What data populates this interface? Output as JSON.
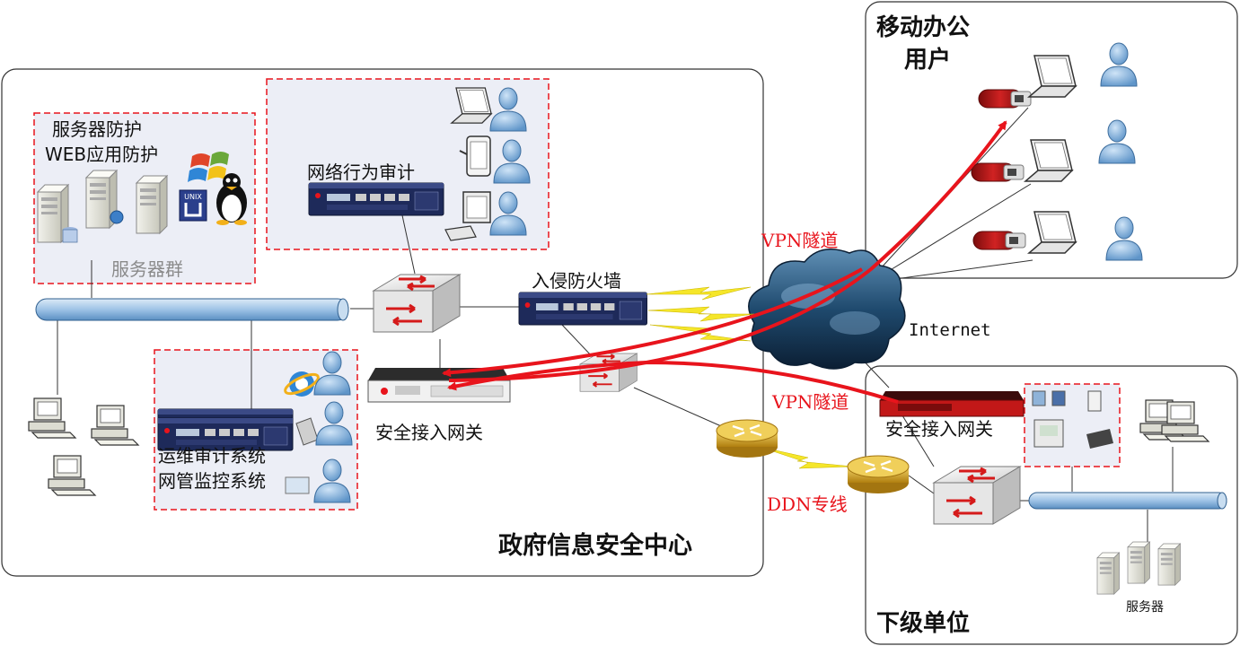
{
  "regions": {
    "center": {
      "title": "政府信息安全中心"
    },
    "mobile": {
      "title_line1": "移动办公",
      "title_line2": "用户"
    },
    "branch": {
      "title": "下级单位"
    }
  },
  "groups": {
    "server_protection": {
      "line1": "服务器防护",
      "line2": "WEB应用防护",
      "caption": "服务器群",
      "os_badge": "UNIX"
    },
    "behavior_audit": {
      "label": "网络行为审计"
    },
    "ops_audit": {
      "line1": "运维审计系统",
      "line2": "网管监控系统"
    }
  },
  "devices": {
    "firewall": {
      "label": "入侵防火墙"
    },
    "center_gateway": {
      "label": "安全接入网关"
    },
    "branch_gateway": {
      "label": "安全接入网关"
    },
    "internet": {
      "label": "Internet"
    },
    "branch_servers": {
      "label": "服务器"
    }
  },
  "links": {
    "vpn_mobile": {
      "label": "VPN隧道"
    },
    "vpn_branch": {
      "label": "VPN隧道"
    },
    "ddn": {
      "label": "DDN专线"
    }
  },
  "colors": {
    "tunnel": "#e8141c",
    "dashed_box": "#e8141c",
    "bus": "#9ec3e6",
    "device_body": "#1e2a5a",
    "cloud": "#1f4a6e",
    "router": "#d4a21a",
    "lightning": "#f5e62a"
  }
}
